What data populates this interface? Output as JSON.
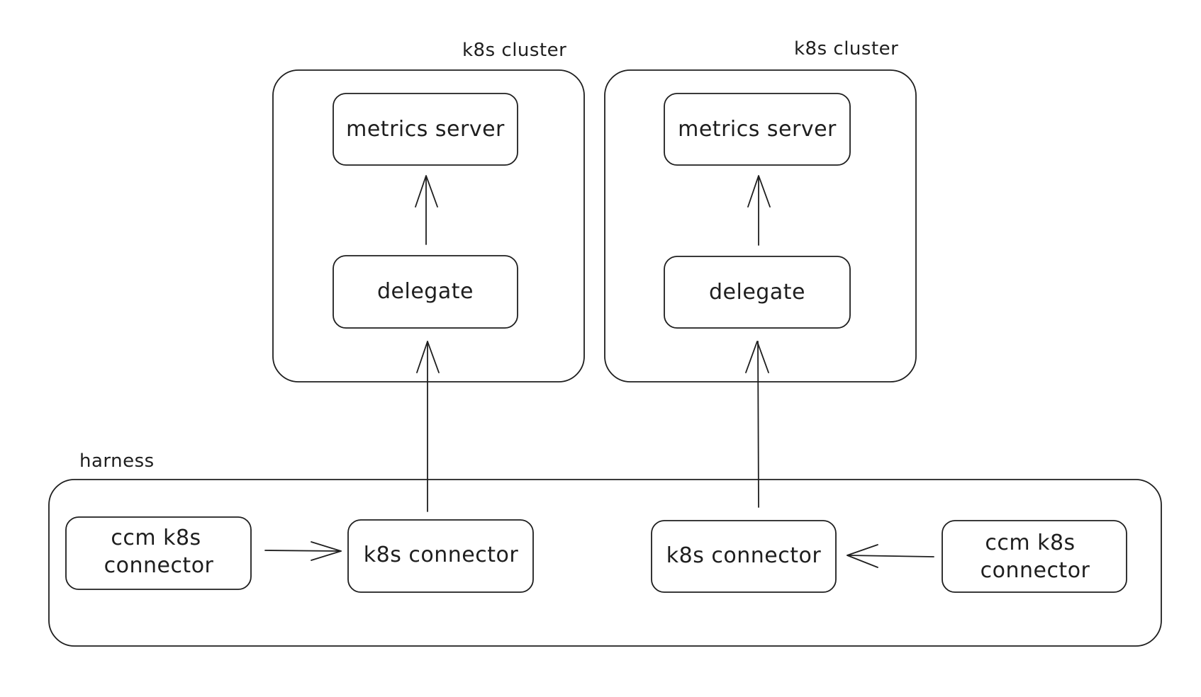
{
  "diagram": {
    "groups": {
      "cluster_left": {
        "label": "k8s cluster"
      },
      "cluster_right": {
        "label": "k8s cluster"
      },
      "harness": {
        "label": "harness"
      }
    },
    "nodes": {
      "metrics_left": {
        "label": "metrics server"
      },
      "delegate_left": {
        "label": "delegate"
      },
      "metrics_right": {
        "label": "metrics server"
      },
      "delegate_right": {
        "label": "delegate"
      },
      "ccm_left": {
        "line1": "ccm k8s",
        "line2": "connector"
      },
      "connector_left": {
        "label": "k8s connector"
      },
      "connector_right": {
        "label": "k8s connector"
      },
      "ccm_right": {
        "line1": "ccm k8s",
        "line2": "connector"
      }
    },
    "edges": [
      {
        "from": "delegate_left",
        "to": "metrics_left"
      },
      {
        "from": "connector_left",
        "to": "delegate_left"
      },
      {
        "from": "delegate_right",
        "to": "metrics_right"
      },
      {
        "from": "connector_right",
        "to": "delegate_right"
      },
      {
        "from": "ccm_left",
        "to": "connector_left"
      },
      {
        "from": "ccm_right",
        "to": "connector_right"
      }
    ]
  }
}
